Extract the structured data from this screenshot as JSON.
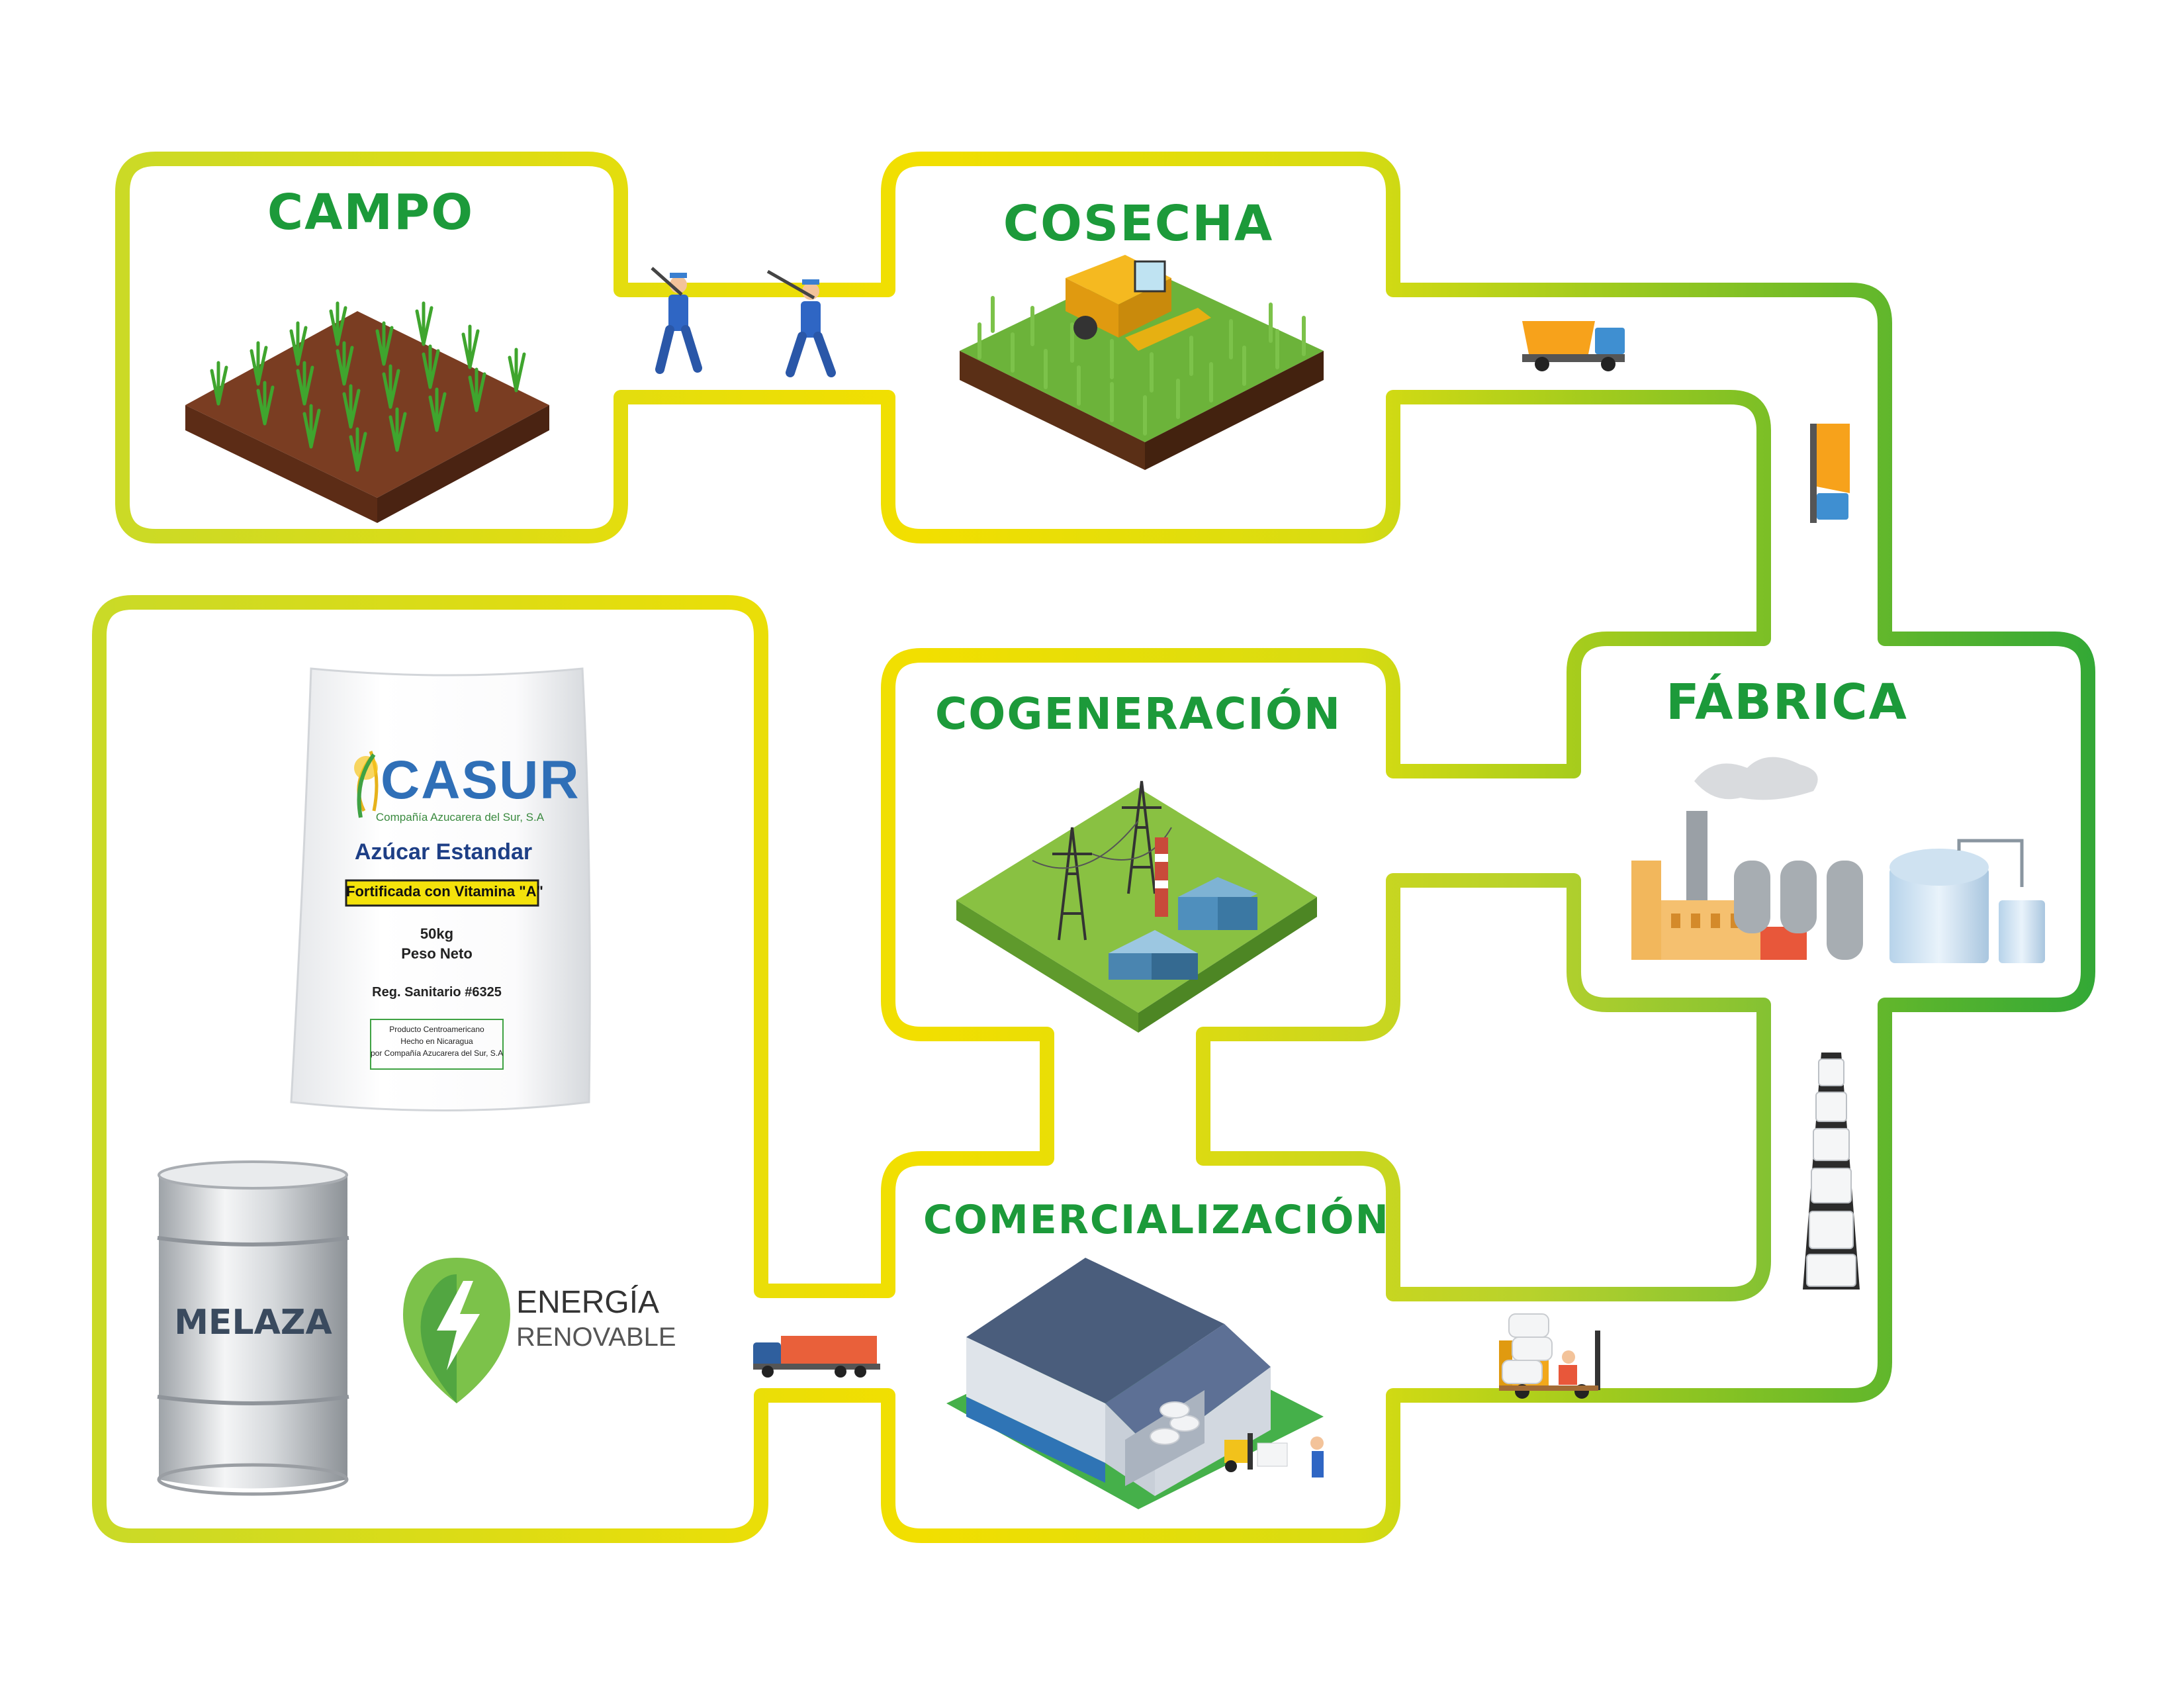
{
  "stages": {
    "campo": {
      "title": "CAMPO"
    },
    "cosecha": {
      "title": "COSECHA"
    },
    "fabrica": {
      "title": "FÁBRICA"
    },
    "cogeneracion": {
      "title": "COGENERACIÓN"
    },
    "comercializacion": {
      "title": "COMERCIALIZACIÓN"
    }
  },
  "products": {
    "sugar_bag": {
      "brand": "CASUR",
      "company": "Compañía Azucarera del Sur, S.A",
      "product": "Azúcar Estandar",
      "fortified": "Fortificada con Vitamina \"A\"",
      "weight": "50kg",
      "net_label": "Peso Neto",
      "registry": "Reg. Sanitario #6325",
      "origin_line1": "Producto Centroamericano",
      "origin_line2": "Hecho en Nicaragua",
      "origin_line3": "por Compañía Azucarera del Sur, S.A"
    },
    "molasses": {
      "label": "MELAZA"
    },
    "energy": {
      "line1": "ENERGÍA",
      "line2": "RENOVABLE"
    }
  },
  "colors": {
    "path_yellow": "#f2df00",
    "path_lime": "#c3d82a",
    "path_green": "#1fa23a",
    "title_green": "#1c9a3a",
    "soil": "#8a4a2c",
    "truck_orange": "#f7a21b"
  },
  "icons": [
    "farmer-icon",
    "dump-truck-icon",
    "harvester-icon",
    "factory-icon",
    "power-tower-icon",
    "warehouse-icon",
    "forklift-icon",
    "semi-truck-icon",
    "bag-stack-icon",
    "energy-leaf-icon",
    "barrel-icon"
  ]
}
